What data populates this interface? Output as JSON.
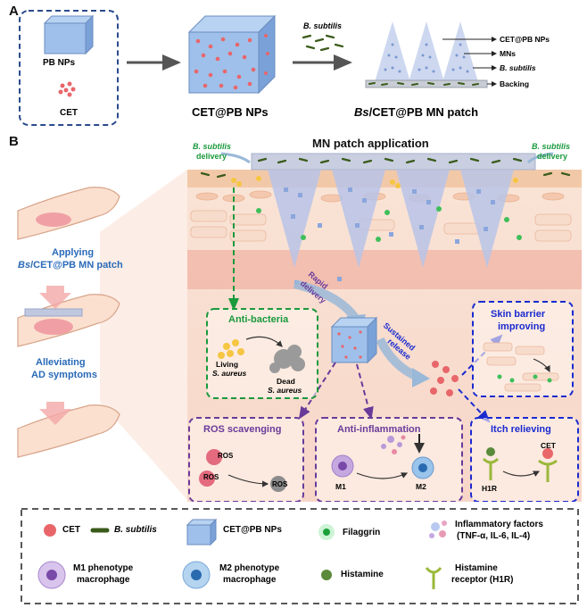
{
  "panelA": {
    "letter": "A",
    "pb_nps": "PB NPs",
    "cet": "CET",
    "cet_pb": "CET@PB NPs",
    "bsub": "B. subtilis",
    "patch_prefix": "Bs",
    "patch_suffix": "/CET@PB MN patch",
    "labels": [
      "CET@PB NPs",
      "MNs",
      "B. subtilis",
      "Backing"
    ]
  },
  "panelB": {
    "letter": "B",
    "title": "MN patch application",
    "bsub_left": "B. subtilis",
    "delivery_left": "delivery",
    "bsub_right": "B. subtilis",
    "delivery_right": "delivery",
    "applying": "Applying",
    "applying_prefix": "Bs",
    "applying_suffix": "/CET@PB MN patch",
    "alleviating": "Alleviating",
    "ad_symptoms": "AD symptoms",
    "rapid": "Rapid",
    "delivery_mid": "delivery",
    "sustained": "Sustained",
    "release": "release",
    "anti_bacteria": "Anti-bacteria",
    "living": "Living",
    "s_aureus_1": "S. aureus",
    "dead": "Dead",
    "s_aureus_2": "S. aureus",
    "skin_barrier_1": "Skin barrier",
    "skin_barrier_2": "improving",
    "ros_scavenging": "ROS scavenging",
    "ros": "ROS",
    "anti_inflammation": "Anti-inflammation",
    "m1": "M1",
    "m2": "M2",
    "itch": "Itch relieving",
    "h1r": "H1R",
    "cet_label": "CET"
  },
  "legend": {
    "cet": "CET",
    "bsub": "B. subtilis",
    "cet_pb": "CET@PB NPs",
    "filaggrin": "Filaggrin",
    "inflam_1": "Inflammatory factors",
    "inflam_2": "(TNF-α, IL-6, IL-4)",
    "m1_1": "M1 phenotype",
    "m1_2": "macrophage",
    "m2_1": "M2 phenotype",
    "m2_2": "macrophage",
    "histamine": "Histamine",
    "h1r_1": "Histamine",
    "h1r_2": "receptor (H1R)"
  },
  "colors": {
    "navy": "#2a4a8c",
    "green": "#1a9a3c",
    "purple": "#6a3a9a",
    "blue_dash": "#1a2ad0",
    "cube": "#8fb6e8",
    "dot": "#e8666a",
    "skin": "#f6d9c8"
  }
}
